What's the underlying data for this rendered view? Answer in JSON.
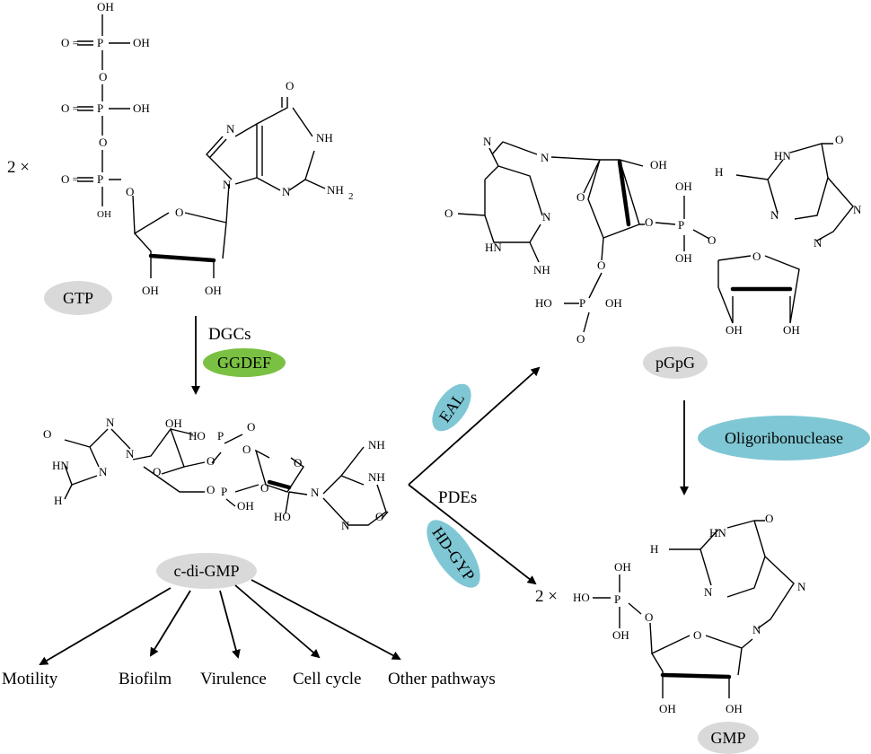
{
  "colors": {
    "gray_badge": "#d9d9d9",
    "green_badge": "#7ac143",
    "teal_badge": "#7fc7d4"
  },
  "molecules": {
    "gtp": {
      "name": "GTP",
      "multiplier": "2 ×"
    },
    "c_di_gmp": {
      "name": "c-di-GMP"
    },
    "pgpg": {
      "name": "pGpG"
    },
    "gmp": {
      "name": "GMP",
      "multiplier": "2 ×"
    }
  },
  "enzymes": {
    "dgcs": "DGCs",
    "ggdef": "GGDEF",
    "pdes": "PDEs",
    "eal": "EAL",
    "hd_gyp": "HD-GYP",
    "oligoribonuclease": "Oligoribonuclease"
  },
  "atoms": {
    "oh": "OH",
    "o": "O",
    "p": "P",
    "n": "N",
    "h": "H",
    "nh": "NH",
    "hn": "HN",
    "ho": "HO",
    "nh2": "NH",
    "h2n": "H",
    "sub2": "2",
    "dbl_o": "O ="
  },
  "outputs": [
    "Motility",
    "Biofilm",
    "Virulence",
    "Cell cycle",
    "Other pathways"
  ]
}
